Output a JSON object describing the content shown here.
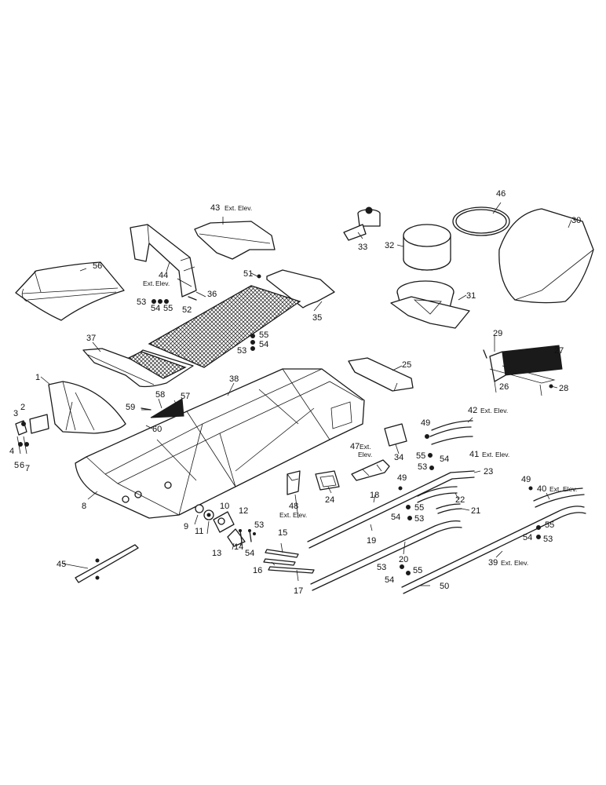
{
  "callouts": [
    {
      "id": "c1",
      "text": "1"
    },
    {
      "id": "c2",
      "text": "2"
    },
    {
      "id": "c3",
      "text": "3"
    },
    {
      "id": "c4",
      "text": "4"
    },
    {
      "id": "c5",
      "text": "5"
    },
    {
      "id": "c6",
      "text": "6"
    },
    {
      "id": "c7",
      "text": "7"
    },
    {
      "id": "c8",
      "text": "8"
    },
    {
      "id": "c9",
      "text": "9"
    },
    {
      "id": "c10",
      "text": "10"
    },
    {
      "id": "c11",
      "text": "11"
    },
    {
      "id": "c12",
      "text": "12"
    },
    {
      "id": "c13",
      "text": "13"
    },
    {
      "id": "c14",
      "text": "14"
    },
    {
      "id": "c15",
      "text": "15"
    },
    {
      "id": "c16",
      "text": "16"
    },
    {
      "id": "c17",
      "text": "17"
    },
    {
      "id": "c18",
      "text": "18"
    },
    {
      "id": "c19",
      "text": "19"
    },
    {
      "id": "c20",
      "text": "20"
    },
    {
      "id": "c21",
      "text": "21"
    },
    {
      "id": "c22",
      "text": "22"
    },
    {
      "id": "c23",
      "text": "23"
    },
    {
      "id": "c24",
      "text": "24"
    },
    {
      "id": "c25",
      "text": "25"
    },
    {
      "id": "c26",
      "text": "26"
    },
    {
      "id": "c27",
      "text": "27"
    },
    {
      "id": "c28",
      "text": "28"
    },
    {
      "id": "c29",
      "text": "29"
    },
    {
      "id": "c30",
      "text": "30"
    },
    {
      "id": "c31",
      "text": "31"
    },
    {
      "id": "c32",
      "text": "32"
    },
    {
      "id": "c33",
      "text": "33"
    },
    {
      "id": "c34",
      "text": "34"
    },
    {
      "id": "c35",
      "text": "35"
    },
    {
      "id": "c36",
      "text": "36"
    },
    {
      "id": "c37",
      "text": "37"
    },
    {
      "id": "c38",
      "text": "38"
    },
    {
      "id": "c39",
      "text": "39"
    },
    {
      "id": "c40",
      "text": "40"
    },
    {
      "id": "c41",
      "text": "41"
    },
    {
      "id": "c42",
      "text": "42"
    },
    {
      "id": "c43",
      "text": "43"
    },
    {
      "id": "c44",
      "text": "44"
    },
    {
      "id": "c45",
      "text": "45"
    },
    {
      "id": "c46",
      "text": "46"
    },
    {
      "id": "c47",
      "text": "47"
    },
    {
      "id": "c48",
      "text": "48"
    },
    {
      "id": "c49a",
      "text": "49"
    },
    {
      "id": "c49b",
      "text": "49"
    },
    {
      "id": "c49c",
      "text": "49"
    },
    {
      "id": "c50",
      "text": "50"
    },
    {
      "id": "c51",
      "text": "51"
    },
    {
      "id": "c52",
      "text": "52"
    },
    {
      "id": "c53a",
      "text": "53"
    },
    {
      "id": "c53b",
      "text": "53"
    },
    {
      "id": "c53c",
      "text": "53"
    },
    {
      "id": "c53d",
      "text": "53"
    },
    {
      "id": "c53e",
      "text": "53"
    },
    {
      "id": "c53f",
      "text": "53"
    },
    {
      "id": "c53g",
      "text": "53"
    },
    {
      "id": "c54a",
      "text": "54"
    },
    {
      "id": "c54b",
      "text": "54"
    },
    {
      "id": "c54c",
      "text": "54"
    },
    {
      "id": "c54d",
      "text": "54"
    },
    {
      "id": "c54e",
      "text": "54"
    },
    {
      "id": "c54f",
      "text": "54"
    },
    {
      "id": "c54g",
      "text": "54"
    },
    {
      "id": "c55a",
      "text": "55"
    },
    {
      "id": "c55b",
      "text": "55"
    },
    {
      "id": "c55c",
      "text": "55"
    },
    {
      "id": "c55d",
      "text": "55"
    },
    {
      "id": "c55e",
      "text": "55"
    },
    {
      "id": "c55f",
      "text": "55"
    },
    {
      "id": "c56",
      "text": "56"
    },
    {
      "id": "c57",
      "text": "57"
    },
    {
      "id": "c58",
      "text": "58"
    },
    {
      "id": "c59",
      "text": "59"
    },
    {
      "id": "c60",
      "text": "60"
    }
  ],
  "ext_labels": [
    {
      "id": "e43",
      "text": "Ext. Elev."
    },
    {
      "id": "e44a",
      "text": "Ext."
    },
    {
      "id": "e44b",
      "text": "Elev."
    },
    {
      "id": "e42",
      "text": "Ext. Elev."
    },
    {
      "id": "e41",
      "text": "Ext. Elev."
    },
    {
      "id": "e47a",
      "text": "Ext."
    },
    {
      "id": "e47b",
      "text": "Elev."
    },
    {
      "id": "e48",
      "text": "Ext. Elev."
    },
    {
      "id": "e40",
      "text": "Ext. Elev."
    },
    {
      "id": "e39",
      "text": "Ext. Elev."
    }
  ]
}
